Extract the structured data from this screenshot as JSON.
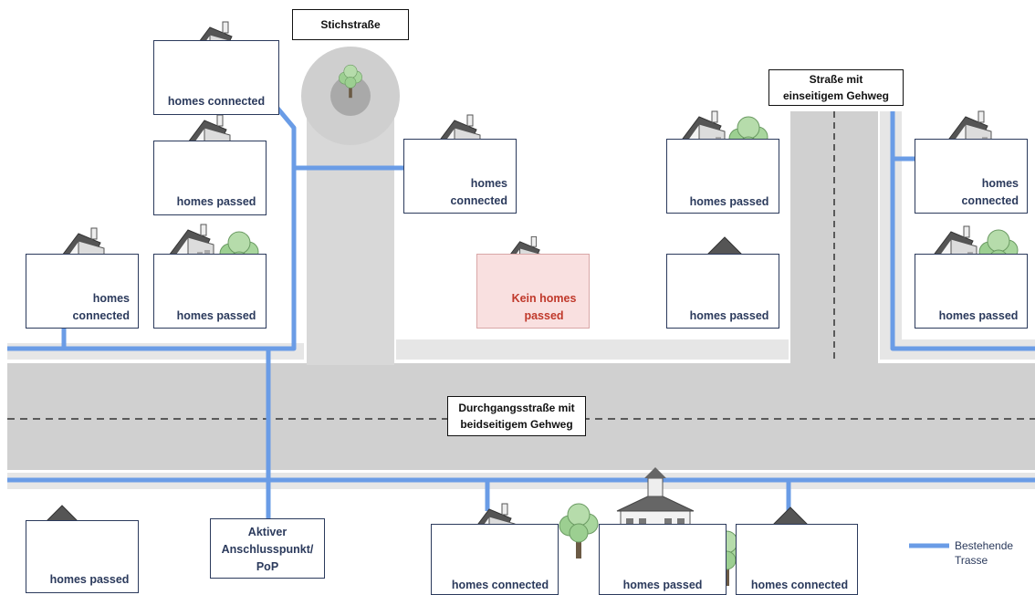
{
  "labels": {
    "stich": "Stichstraße",
    "einseitig_l1": "Straße mit",
    "einseitig_l2": "einseitigem Gehweg",
    "durchgang_l1": "Durchgangsstraße mit",
    "durchgang_l2": "beidseitigem Gehweg",
    "pop_l1": "Aktiver",
    "pop_l2": "Anschlusspunkt/",
    "pop_l3": "PoP",
    "legend_l1": "Bestehende",
    "legend_l2": "Trasse"
  },
  "homes": {
    "h1": "homes connected",
    "h2": "homes passed",
    "h3a": "homes",
    "h3b": "connected",
    "h4": "homes passed",
    "h5a": "homes",
    "h5b": "connected",
    "h6a": "Kein homes",
    "h6b": "passed",
    "h7": "homes passed",
    "h8": "homes passed",
    "h9a": "homes",
    "h9b": "connected",
    "h10": "homes passed",
    "h11": "homes passed",
    "h12": "homes connected",
    "h13": "homes passed",
    "h14": "homes connected"
  },
  "colors": {
    "trasse": "#6a9ce6",
    "road": "#d0d0d0",
    "sidewalk": "#e6e6e6",
    "box_border": "#2b3a5c",
    "excluded_bg": "#f9e0e0",
    "excluded_cross": "#d9534f"
  }
}
